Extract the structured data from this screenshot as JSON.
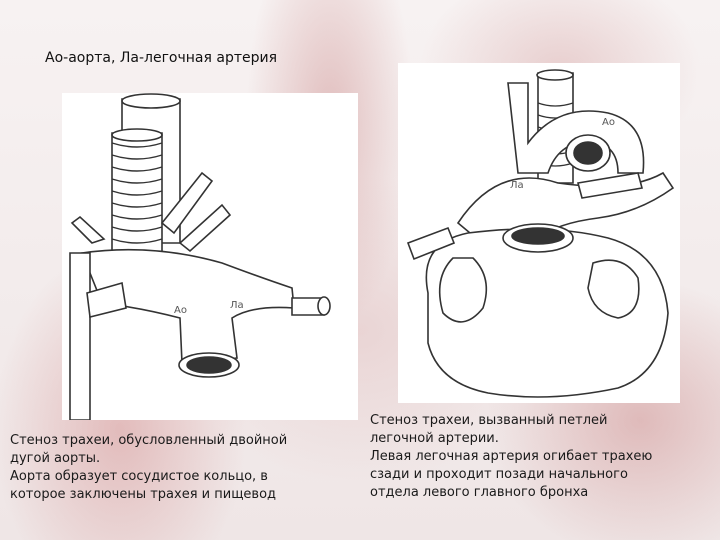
{
  "slide": {
    "title": "Ао-аорта, Ла-легочная артерия",
    "left_figure": {
      "labels": {
        "aorta": "Ао",
        "pulmonary": "Ла"
      }
    },
    "right_figure": {
      "labels": {
        "aorta": "Ао",
        "pulmonary": "Ла"
      }
    },
    "left_caption": "Стеноз трахеи, обусловленный двойной\nдугой аорты.\nАорта образует сосудистое кольцо, в\nкоторое заключены трахея и пищевод",
    "right_caption": "Стеноз трахеи, вызванный петлей\nлегочной артерии.\nЛевая легочная артерия огибает трахею\nсзади и проходит позади начального\nотдела левого главного бронха"
  }
}
